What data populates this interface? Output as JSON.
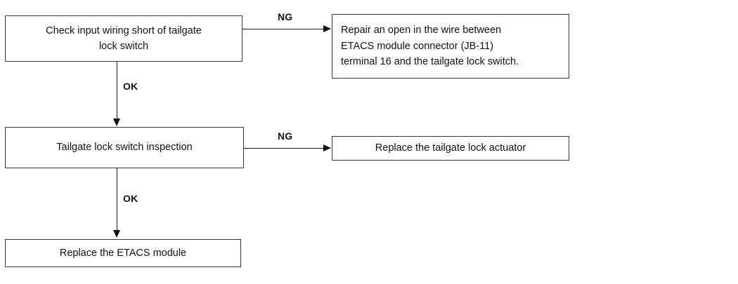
{
  "diagram": {
    "type": "troubleshooting-flowchart",
    "nodes": [
      {
        "id": "check-input-wiring",
        "text": "Check input wiring short of tailgate\nlock switch"
      },
      {
        "id": "repair-open-wire",
        "text": "Repair an open in the wire between\nETACS module connector (JB-11)\nterminal 16 and the tailgate lock switch."
      },
      {
        "id": "tailgate-lock-switch-inspection",
        "text": "Tailgate lock switch inspection"
      },
      {
        "id": "replace-tailgate-lock-actuator",
        "text": "Replace the tailgate lock actuator"
      },
      {
        "id": "replace-etacs-module",
        "text": "Replace the ETACS module"
      }
    ],
    "edges": [
      {
        "id": "edge-ng-1",
        "label": "NG",
        "from": "check-input-wiring",
        "to": "repair-open-wire",
        "direction": "right"
      },
      {
        "id": "edge-ok-1",
        "label": "OK",
        "from": "check-input-wiring",
        "to": "tailgate-lock-switch-inspection",
        "direction": "down"
      },
      {
        "id": "edge-ng-2",
        "label": "NG",
        "from": "tailgate-lock-switch-inspection",
        "to": "replace-tailgate-lock-actuator",
        "direction": "right"
      },
      {
        "id": "edge-ok-2",
        "label": "OK",
        "from": "tailgate-lock-switch-inspection",
        "to": "replace-etacs-module",
        "direction": "down"
      }
    ],
    "colors": {
      "background": "#ffffff",
      "box_border": "#3a3a3a",
      "line": "#1a1a1a",
      "text": "#111111"
    }
  }
}
